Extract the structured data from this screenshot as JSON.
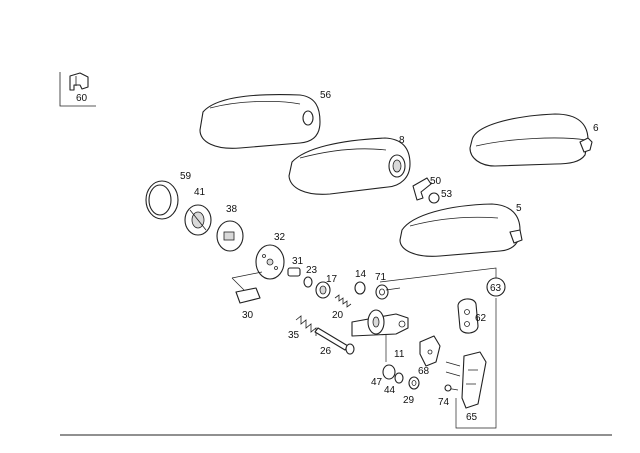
{
  "parts": {
    "p60": "60",
    "p56": "56",
    "p8": "8",
    "p6": "6",
    "p59": "59",
    "p41": "41",
    "p38": "38",
    "p50": "50",
    "p53": "53",
    "p5": "5",
    "p32": "32",
    "p31": "31",
    "p23": "23",
    "p17": "17",
    "p14": "14",
    "p71": "71",
    "p63": "63",
    "p20": "20",
    "p30": "30",
    "p35": "35",
    "p26": "26",
    "p11": "11",
    "p62": "62",
    "p47": "47",
    "p44": "44",
    "p68": "68",
    "p29": "29",
    "p74": "74",
    "p65": "65"
  }
}
